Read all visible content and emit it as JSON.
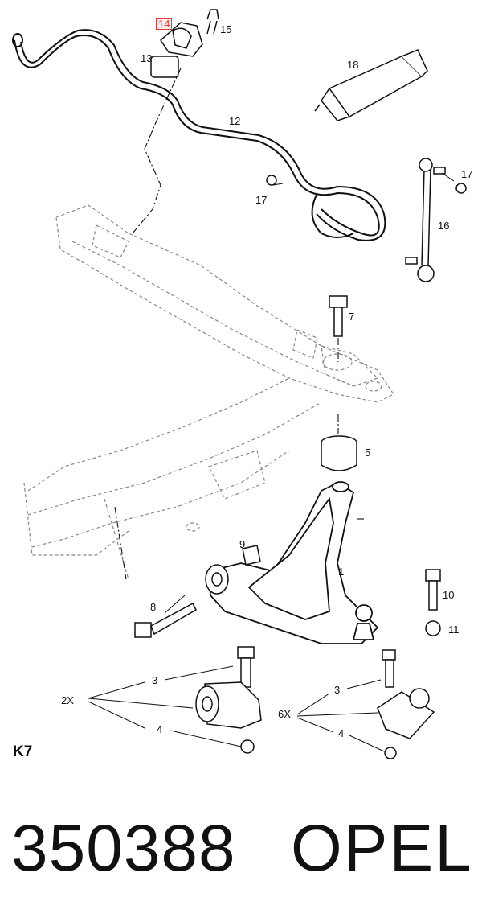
{
  "diagram": {
    "callouts": [
      {
        "id": "14",
        "label": "14",
        "highlight": true
      },
      {
        "id": "15",
        "label": "15"
      },
      {
        "id": "13",
        "label": "13"
      },
      {
        "id": "18",
        "label": "18"
      },
      {
        "id": "12",
        "label": "12"
      },
      {
        "id": "17a",
        "label": "17"
      },
      {
        "id": "17b",
        "label": "17"
      },
      {
        "id": "16",
        "label": "16"
      },
      {
        "id": "7",
        "label": "7"
      },
      {
        "id": "5",
        "label": "5"
      },
      {
        "id": "9",
        "label": "9"
      },
      {
        "id": "1",
        "label": "1"
      },
      {
        "id": "8",
        "label": "8"
      },
      {
        "id": "10",
        "label": "10"
      },
      {
        "id": "11",
        "label": "11"
      },
      {
        "id": "3a",
        "label": "3"
      },
      {
        "id": "2x",
        "label": "2X"
      },
      {
        "id": "4a",
        "label": "4"
      },
      {
        "id": "3b",
        "label": "3"
      },
      {
        "id": "6x",
        "label": "6X"
      },
      {
        "id": "4b",
        "label": "4"
      }
    ],
    "section_code": "K7"
  },
  "footer": {
    "part_number": "350388",
    "brand": "OPEL"
  }
}
